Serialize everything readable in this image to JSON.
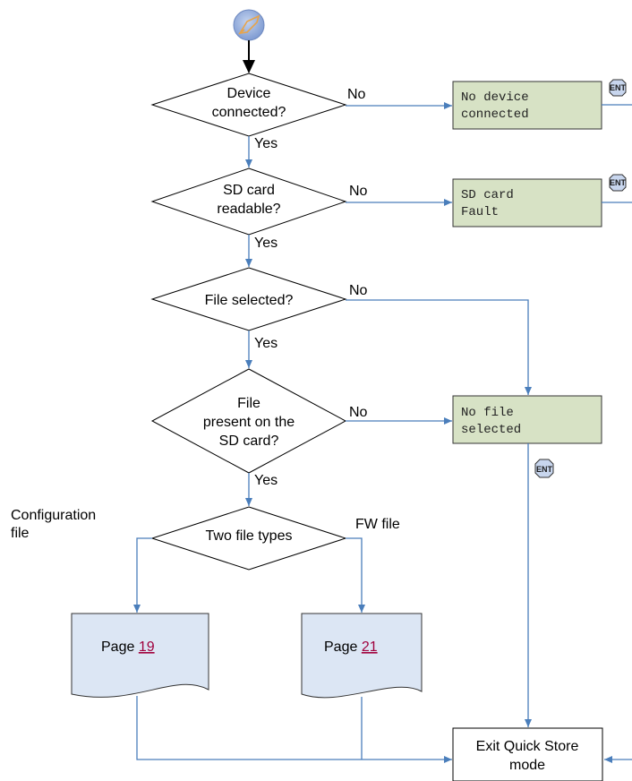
{
  "decisions": {
    "device_connected": [
      "Device",
      "connected?"
    ],
    "sd_readable": [
      "SD card",
      "readable?"
    ],
    "file_selected": [
      "File selected?"
    ],
    "file_present": [
      "File",
      "present on the",
      "SD card?"
    ],
    "two_types": [
      "Two file types"
    ]
  },
  "branch_labels": {
    "no": "No",
    "yes": "Yes",
    "fw_file": "FW file",
    "config_file": [
      "Configuration",
      "file"
    ]
  },
  "lcd": {
    "no_device": [
      "No device",
      "connected"
    ],
    "sd_fault": [
      "SD card",
      "Fault"
    ],
    "no_file": [
      "No file",
      "selected"
    ]
  },
  "ent_label": "ENT",
  "pages": {
    "config": {
      "prefix": "Page ",
      "number": "19"
    },
    "fw": {
      "prefix": "Page ",
      "number": "21"
    }
  },
  "exit": [
    "Exit Quick Store",
    "mode"
  ],
  "colors": {
    "flow": "#4a7ebb",
    "lcd_fill": "#d7e2c5",
    "doc_fill": "#dce6f4",
    "start_fill": "#8fa9d9",
    "link": "#a0003c"
  }
}
